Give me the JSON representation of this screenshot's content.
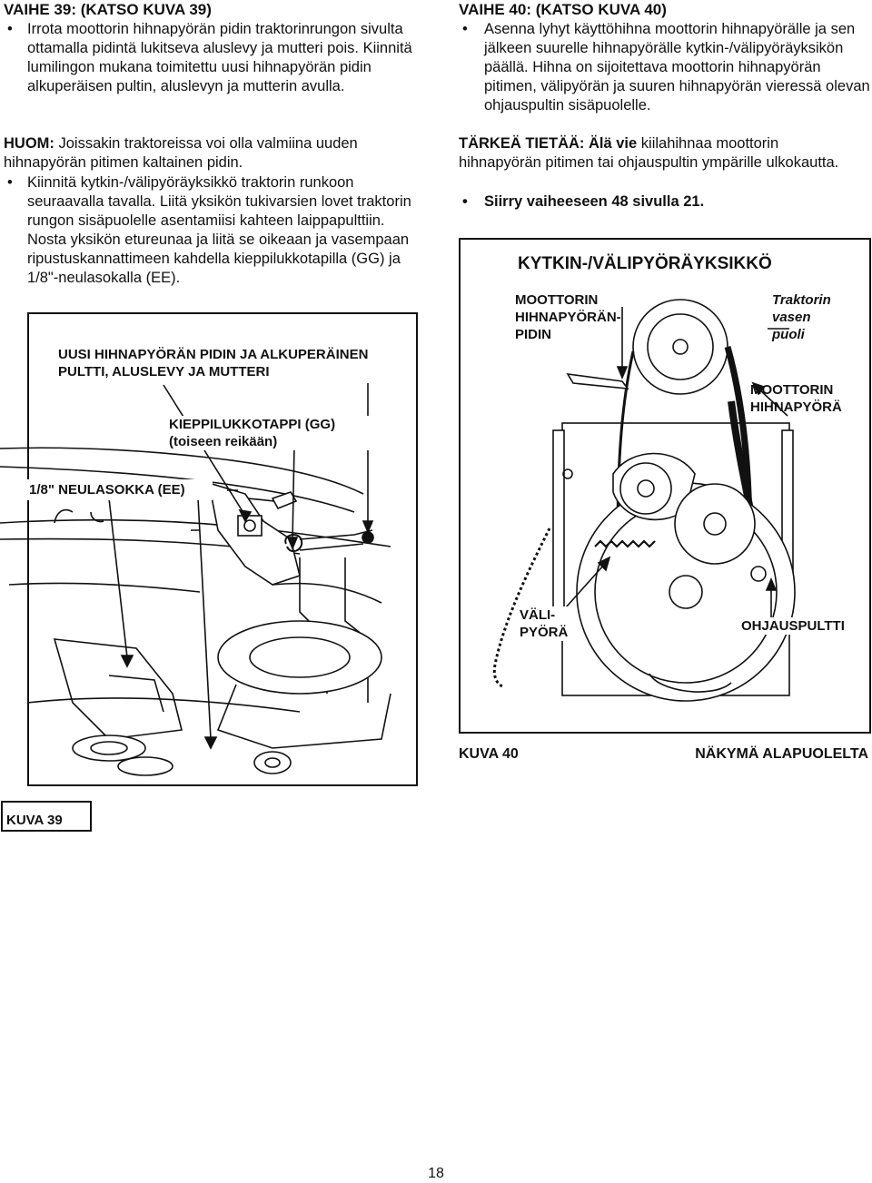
{
  "left": {
    "step39_heading": "VAIHE 39: (KATSO KUVA 39)",
    "step39_bullet1": "Irrota moottorin hihnapyörän pidin traktorinrungon sivulta ottamalla pidintä lukitseva aluslevy ja mutteri pois. Kiinnitä lumilingon mukana toimitettu uusi hihnapyörän pidin alkuperäisen pultin, aluslevyn ja mutterin avulla.",
    "note_label": "HUOM:",
    "note_text": " Joissakin traktoreissa voi olla valmiina uuden hihnapyörän pitimen kaltainen pidin.",
    "bullet2": "Kiinnitä kytkin-/välipyöräyksikkö traktorin runkoon seuraavalla tavalla. Liitä yksikön tukivarsien lovet traktorin rungon sisäpuolelle asentamiisi kahteen laippapulttiin. Nosta yksikön etureunaa ja liitä se oikeaan ja vasempaan ripustuskannattimeen kahdella kieppilukkotapilla (GG) ja 1/8\"-neulasokalla (EE).",
    "fig39": {
      "label_bracket": "UUSI HIHNAPYÖRÄN PIDIN JA ALKUPERÄINEN PULTTI, ALUSLEVY JA MUTTERI",
      "label_clevis": "KIEPPILUKKOTAPPI (GG) (toiseen reikään)",
      "label_cotter": "1/8\" NEULASOKKA (EE)",
      "caption": "KUVA 39"
    }
  },
  "right": {
    "step40_heading": "VAIHE 40: (KATSO KUVA 40)",
    "step40_bullet1": "Asenna lyhyt käyttöhihna moottorin hihnapyörälle ja sen jälkeen suurelle hihnapyörälle kytkin-/välipyöräyksikön päällä. Hihna on sijoitettava moottorin hihnapyörän pitimen, välipyörän ja suuren hihnapyörän vieressä olevan ohjauspultin sisäpuolelle.",
    "important_label": "TÄRKEÄ TIETÄÄ:",
    "important_mid": " Älä vie",
    "important_text": " kiilahihnaa moottorin hihnapyörän pitimen tai ohjauspultin ympärille ulkokautta.",
    "bullet2": "Siirry vaiheeseen 48 sivulla 21.",
    "fig40": {
      "title": "KYTKIN-/VÄLIPYÖRÄYKSIKKÖ",
      "label_holder": "MOOTTORIN HIHNAPYÖRÄN-PIDIN",
      "label_side": "Traktorin vasen puoli",
      "label_engine_pulley": "MOOTTORIN HIHNAPYÖRÄ",
      "label_idler": "VÄLI-PYÖRÄ",
      "label_guide": "OHJAUSPULTTI",
      "caption_left": "KUVA 40",
      "caption_right": "NÄKYMÄ ALAPUOLELTA"
    }
  },
  "page_number": "18"
}
